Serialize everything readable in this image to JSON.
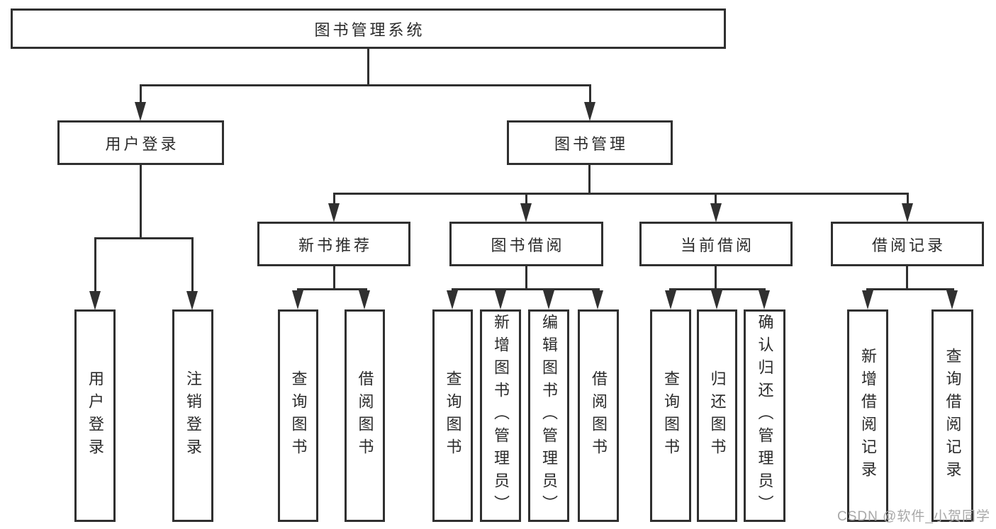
{
  "diagram": {
    "root": {
      "label": "图书管理系统"
    },
    "branches": [
      {
        "label": "用户登录",
        "children": [
          {
            "label": "用户登录"
          },
          {
            "label": "注销登录"
          }
        ]
      },
      {
        "label": "图书管理",
        "children": [
          {
            "label": "新书推荐",
            "children": [
              {
                "label": "查询图书"
              },
              {
                "label": "借阅图书"
              }
            ]
          },
          {
            "label": "图书借阅",
            "children": [
              {
                "label": "查询图书"
              },
              {
                "label": "新增图书（管理员）"
              },
              {
                "label": "编辑图书（管理员）"
              },
              {
                "label": "借阅图书"
              }
            ]
          },
          {
            "label": "当前借阅",
            "children": [
              {
                "label": "查询图书"
              },
              {
                "label": "归还图书"
              },
              {
                "label": "确认归还（管理员）"
              }
            ]
          },
          {
            "label": "借阅记录",
            "children": [
              {
                "label": "新增借阅记录"
              },
              {
                "label": "查询借阅记录"
              }
            ]
          }
        ]
      }
    ]
  },
  "watermark": {
    "text": "CSDN @软件_小贺同学",
    "color": "#a8a8a8"
  },
  "colors": {
    "line": "#303030",
    "text": "#2b2b2b",
    "node_fill": "#ffffff",
    "background": "#ffffff"
  }
}
